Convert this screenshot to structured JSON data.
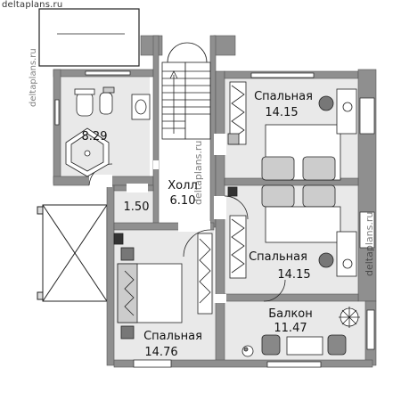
{
  "site_label": "deltaplans.ru",
  "watermark_text": "deltaplans.ru",
  "rooms": [
    {
      "id": "bath",
      "name": "",
      "area": "8.29"
    },
    {
      "id": "hall",
      "name": "Холл",
      "area": "6.10"
    },
    {
      "id": "closet",
      "name": "",
      "area": "1.50"
    },
    {
      "id": "bedroom-top",
      "name": "Спальная",
      "area": "14.15"
    },
    {
      "id": "bedroom-mid",
      "name": "Спальная",
      "area": "14.15"
    },
    {
      "id": "balcony",
      "name": "Балкон",
      "area": "11.47"
    },
    {
      "id": "bedroom-bottom",
      "name": "Спальная",
      "area": "14.76"
    }
  ],
  "colors": {
    "wall": "#8f8f8f",
    "wall_dark": "#6e6e6e",
    "line": "#222222",
    "floor_light": "#e9e9e9",
    "floor_white": "#ffffff",
    "watermark": "#3a5a8a"
  }
}
